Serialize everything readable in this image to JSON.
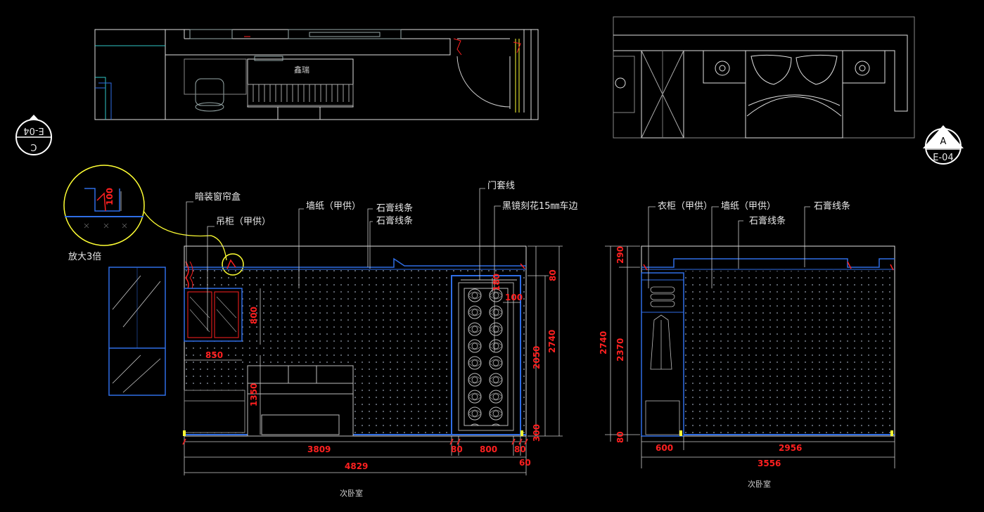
{
  "markers": {
    "left": {
      "letter": "C",
      "code": "E-04"
    },
    "right": {
      "letter": "A",
      "code": "E-04"
    }
  },
  "detail": {
    "dim": "100",
    "scale_note": "放大3倍"
  },
  "left_elevation": {
    "labels": {
      "curtain_box": "暗装窗帘盒",
      "hanging_cabinet": "吊柜（甲供）",
      "wallpaper": "墙纸（甲供）",
      "gypsum_1": "石膏线条",
      "gypsum_2": "石膏线条",
      "door_trim": "门套线",
      "mirror": "黑镜刻花15㎜车边"
    },
    "dims": {
      "d800v": "800",
      "d850": "850",
      "d1350": "1350",
      "d180": "180",
      "d100": "100",
      "d2050": "2050",
      "d2740": "2740",
      "d80": "80",
      "d300": "300",
      "d3809": "3809",
      "d80a": "80",
      "d800": "800",
      "d80b": "80",
      "d4829": "4829",
      "d60": "60"
    },
    "title": "次卧室"
  },
  "right_elevation": {
    "labels": {
      "wardrobe": "衣柜（甲供）",
      "wallpaper": "墙纸（甲供）",
      "gypsum_1": "石膏线条",
      "gypsum_2": "石膏线条"
    },
    "dims": {
      "d290": "290",
      "d2370": "2370",
      "d2740": "2740",
      "d80": "80",
      "d600": "600",
      "d2956": "2956",
      "d3556": "3556"
    },
    "title": "次卧室"
  },
  "plan": {
    "desk_label": "鑫瑞"
  },
  "colors": {
    "line": "#2f6ee6",
    "dim": "#ff2020",
    "accent": "#ffff33",
    "cyan": "#30c8c8",
    "white": "#e0e0e0"
  }
}
